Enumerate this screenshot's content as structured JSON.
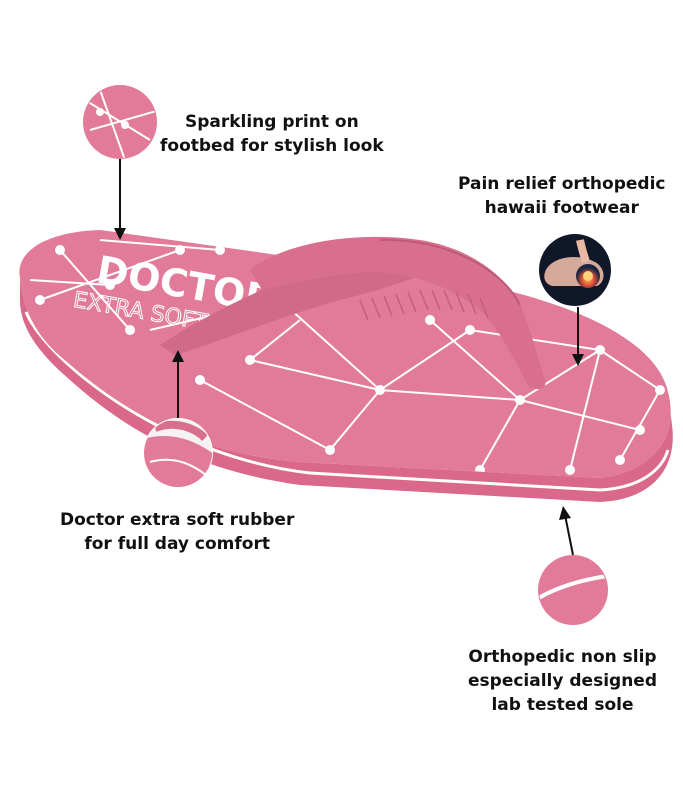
{
  "callouts": {
    "footbed": {
      "line1": "Sparkling print on",
      "line2": "footbed  for stylish look"
    },
    "orthopedic": {
      "line1": "Pain relief orthopedic",
      "line2": "hawaii footwear"
    },
    "rubber": {
      "line1": "Doctor extra soft rubber",
      "line2": "for full day comfort"
    },
    "sole": {
      "line1": "Orthopedic non slip",
      "line2": "especially designed",
      "line3": "lab tested sole"
    }
  },
  "brand": {
    "name": "DOCTOR",
    "tagline": "EXTRA SOFT"
  },
  "colors": {
    "sole": "#e27a9a",
    "strap": "#d86f8f",
    "print": "#ffffff",
    "text": "#111111",
    "foot_glow": "#e2503a"
  }
}
